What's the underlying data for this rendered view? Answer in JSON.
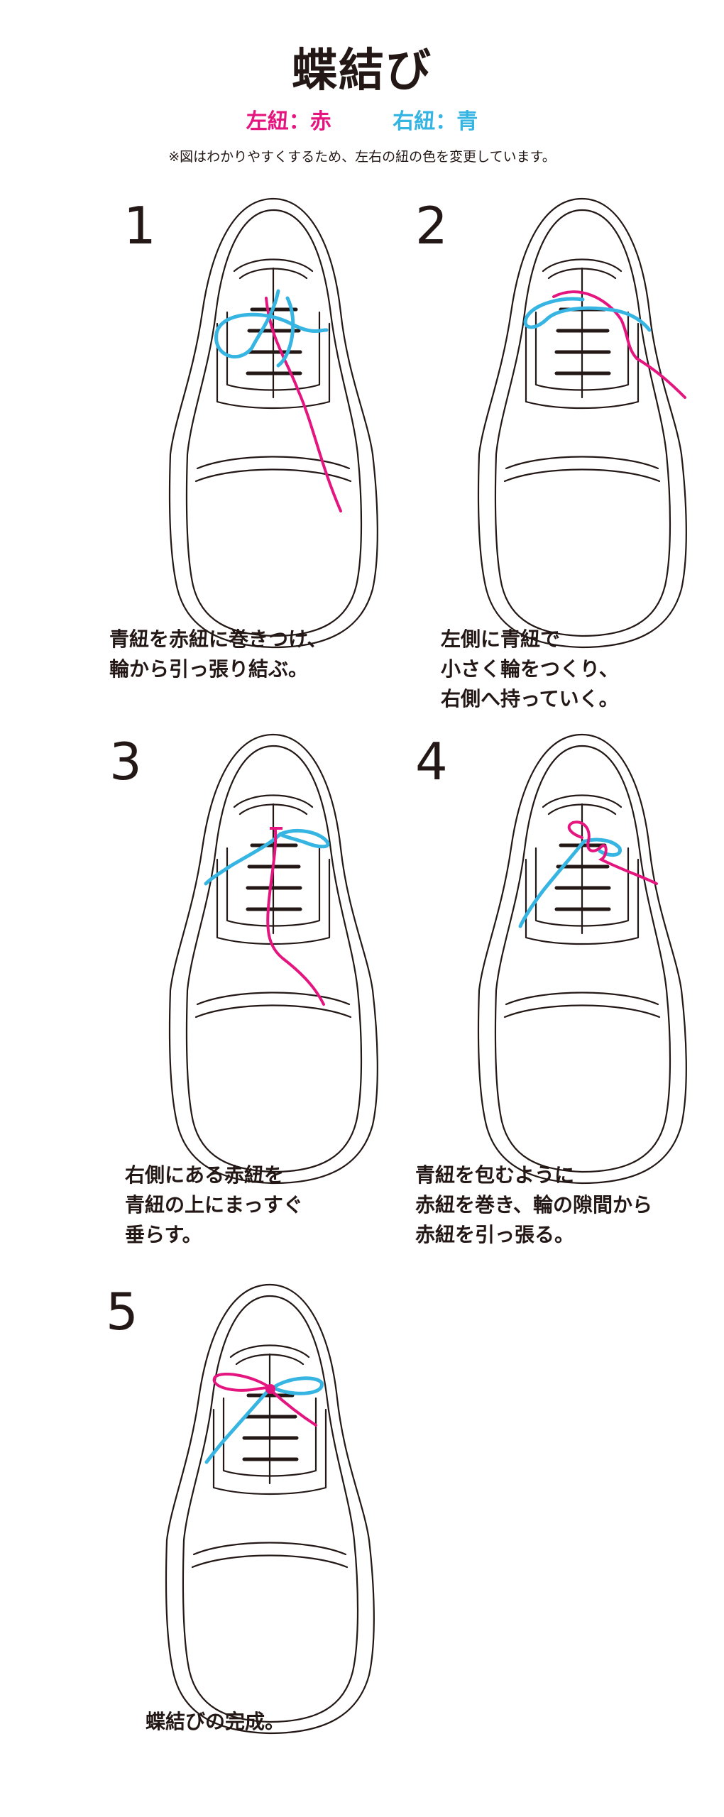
{
  "title": "蝶結び",
  "legend": {
    "left": {
      "text": "左紐：赤",
      "color": "#e4157f"
    },
    "right": {
      "text": "右紐：青",
      "color": "#36b5e3"
    }
  },
  "note": "※図はわかりやすくするため、左右の紐の色を変更しています。",
  "steps": [
    {
      "number": "1",
      "caption": "青紐を赤紐に巻きつけ、\n輪から引っ張り結ぶ。"
    },
    {
      "number": "2",
      "caption": "左側に青紐で\n小さく輪をつくり、\n右側へ持っていく。"
    },
    {
      "number": "3",
      "caption": "右側にある赤紐を\n青紐の上にまっすぐ\n垂らす。"
    },
    {
      "number": "4",
      "caption": "青紐を包むように\n赤紐を巻き、輪の隙間から\n赤紐を引っ張る。"
    },
    {
      "number": "5",
      "caption": "蝶結びの完成。"
    }
  ],
  "colors": {
    "red_lace": "#e4157f",
    "blue_lace": "#36b5e3",
    "outline": "#231815"
  }
}
